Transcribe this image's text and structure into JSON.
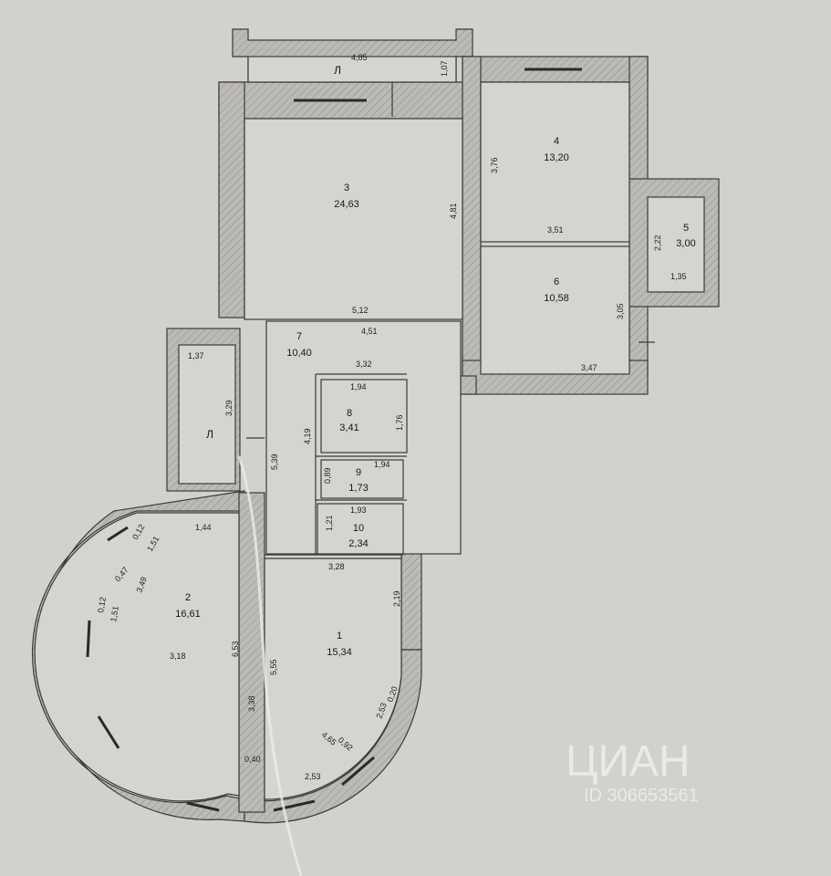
{
  "colors": {
    "paper": "#d3d1cc",
    "wall_fill": "#bcbab5",
    "line": "#3a3a3a",
    "room": "#d6d4cf"
  },
  "rooms": [
    {
      "number": "1",
      "area": "15,34"
    },
    {
      "number": "2",
      "area": "16,61"
    },
    {
      "number": "3",
      "area": "24,63"
    },
    {
      "number": "4",
      "area": "13,20"
    },
    {
      "number": "5",
      "area": "3,00"
    },
    {
      "number": "6",
      "area": "10,58"
    },
    {
      "number": "7",
      "area": "10,40"
    },
    {
      "number": "8",
      "area": "3,41"
    },
    {
      "number": "9",
      "area": "1,73"
    },
    {
      "number": "10",
      "area": "2,34"
    }
  ],
  "balconies": [
    {
      "label": "Л"
    },
    {
      "label": "Л"
    }
  ],
  "dimensions": [
    "4,85",
    "1,07",
    "3,76",
    "3,51",
    "4,81",
    "5,12",
    "2,22",
    "1,35",
    "3,05",
    "3,47",
    "4,51",
    "3,32",
    "1,37",
    "3,29",
    "1,94",
    "1,76",
    "4,19",
    "5,39",
    "0,89",
    "1,94",
    "1,93",
    "1,21",
    "1,44",
    "3,28",
    "2,19",
    "0,12",
    "1,51",
    "0,47",
    "3,49",
    "0,12",
    "1,51",
    "3,18",
    "6,53",
    "5,55",
    "3,38",
    "0,40",
    "0,20",
    "2,53",
    "4,65",
    "0,92",
    "2,53"
  ],
  "watermark": {
    "brand": "ЦИАН",
    "id": "ID 306653561"
  }
}
